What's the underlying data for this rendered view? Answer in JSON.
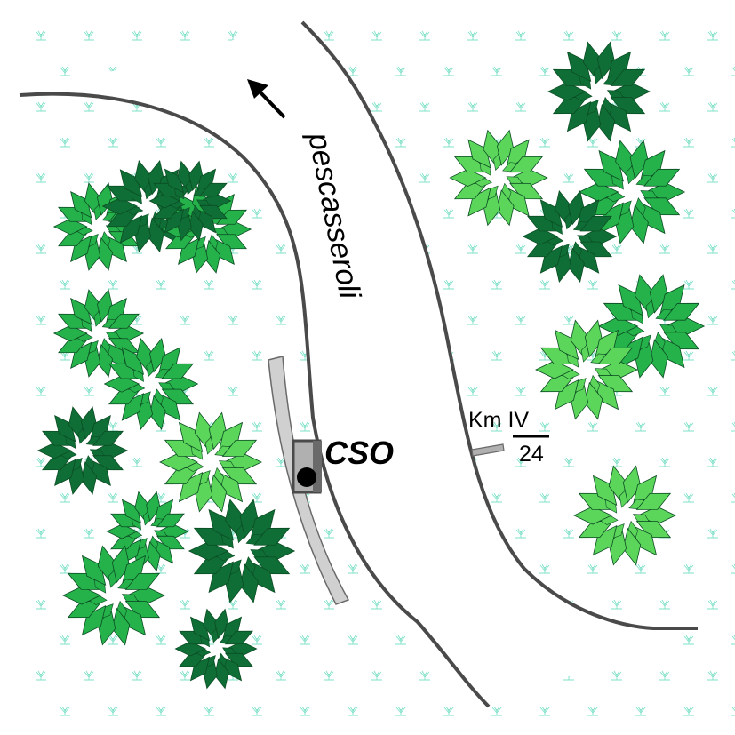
{
  "map": {
    "river_label": "pescasseroli",
    "station_label": "CSO",
    "km_label": "Km IV",
    "km_number": "24",
    "flow_direction": "upstream-left",
    "colors": {
      "marsh_tuft": "#7fe0c8",
      "river_bank": "#4a4a4a",
      "river_water": "#ffffff",
      "road": "#d0d0d0",
      "road_edge": "#6a6a6a",
      "station_box": "#b0b0b0",
      "tree_dark": "#0f6e35",
      "tree_mid": "#26b24a",
      "tree_light": "#5cd65a"
    },
    "icons": [
      "flow-arrow-icon",
      "station-marker-icon",
      "km-marker-icon",
      "tree-icon",
      "marsh-tuft-icon"
    ]
  }
}
